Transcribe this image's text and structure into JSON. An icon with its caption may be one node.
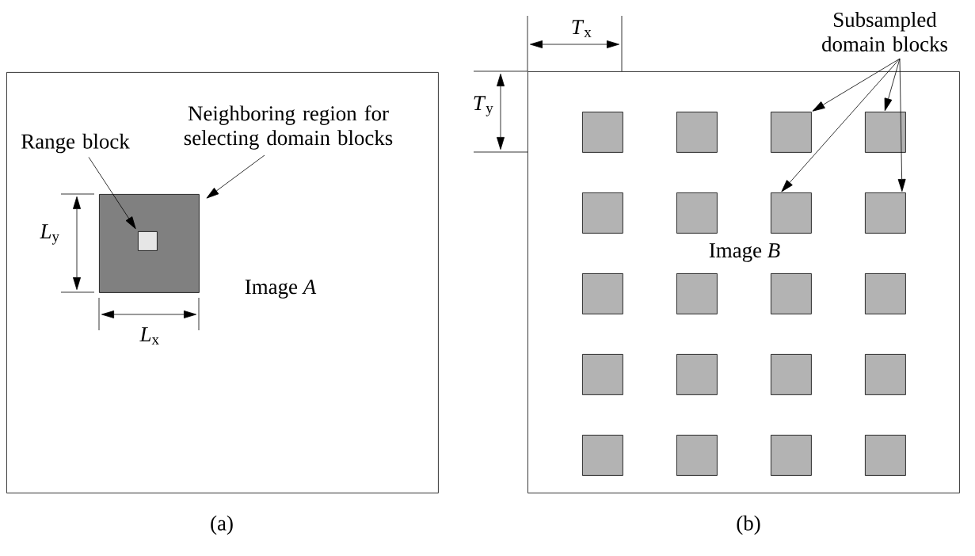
{
  "diagram": {
    "nodes": [
      {
        "text": [
          "Image *A*"
        ],
        "beside": [
          "(a)"
        ]
      },
      {
        "text": [],
        "shape": "box",
        "in": 0
      },
      {
        "text": [],
        "shape": "box",
        "in": 1
      },
      {
        "text": [
          "Range block"
        ],
        "in": 0
      },
      {
        "text": [
          "Neighboring region for selecting domain blocks"
        ],
        "in": 0
      },
      {
        "text": [
          "Image *B*"
        ],
        "beside": [
          "(b)"
        ]
      },
      {
        "text": [],
        "shape": "box",
        "in": 5
      },
      {
        "text": [],
        "shape": "box",
        "in": 5
      },
      {
        "text": [],
        "shape": "box",
        "in": 5
      },
      {
        "text": [],
        "shape": "box",
        "in": 5
      },
      {
        "text": [],
        "shape": "box",
        "in": 5
      },
      {
        "text": [],
        "shape": "box",
        "in": 5
      },
      {
        "text": [],
        "shape": "box",
        "in": 5
      },
      {
        "text": [],
        "shape": "box",
        "in": 5
      },
      {
        "text": [],
        "shape": "box",
        "in": 5
      },
      {
        "text": [],
        "shape": "box",
        "in": 5
      },
      {
        "text": [],
        "shape": "box",
        "in": 5
      },
      {
        "text": [],
        "shape": "box",
        "in": 5
      },
      {
        "text": [],
        "shape": "box",
        "in": 5
      },
      {
        "text": [],
        "shape": "box",
        "in": 5
      },
      {
        "text": [],
        "shape": "box",
        "in": 5
      },
      {
        "text": [],
        "shape": "box",
        "in": 5
      },
      {
        "text": [],
        "shape": "box",
        "in": 5
      },
      {
        "text": [],
        "shape": "box",
        "in": 5
      },
      {
        "text": [],
        "shape": "box",
        "in": 5
      },
      {
        "text": [],
        "shape": "box",
        "in": 5
      },
      {
        "text": [
          "Subsampled domain blocks"
        ]
      }
    ],
    "edges": [
      {
        "from": 3,
        "to": 2,
        "arrow": "to"
      },
      {
        "from": 4,
        "to": 1,
        "arrow": "to"
      },
      {
        "from": 26,
        "to": 8,
        "arrow": "to"
      },
      {
        "from": 26,
        "to": 9,
        "arrow": "to"
      },
      {
        "from": 26,
        "to": 12,
        "arrow": "to"
      },
      {
        "from": 26,
        "to": 13,
        "arrow": "to"
      }
    ],
    "labels": [
      "*L*$_{y}$",
      "*L*$_{x}$",
      "*T*$_{x}$",
      "*T*$_{y}$"
    ]
  }
}
